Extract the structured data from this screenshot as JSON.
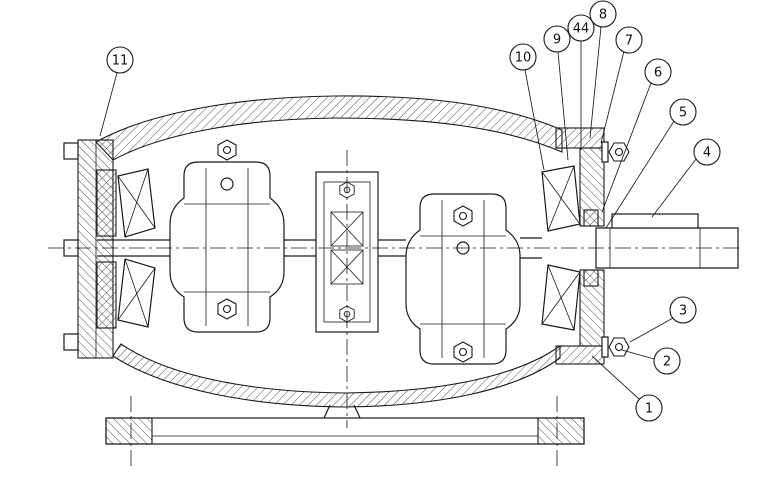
{
  "diagram": {
    "background_color": "#ffffff",
    "line_color": "#1a1a1a",
    "callouts": {
      "c1": "1",
      "c2": "2",
      "c3": "3",
      "c4": "4",
      "c5": "5",
      "c6": "6",
      "c7": "7",
      "c8": "8",
      "c9": "9",
      "c10": "10",
      "c11": "11",
      "c44": "44"
    }
  }
}
